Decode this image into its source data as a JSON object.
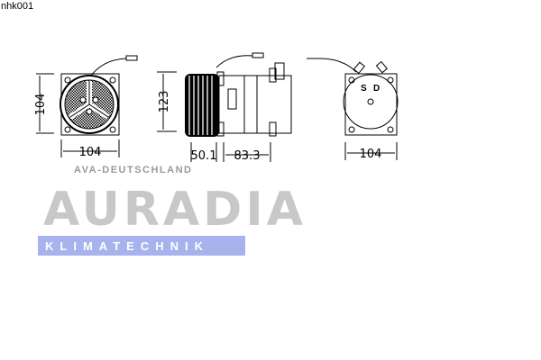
{
  "part_code": "nhk001",
  "watermark": {
    "logo": "AURADIA",
    "band": "KLIMATECHNIK",
    "sub": "AVA-DEUTSCHLAND"
  },
  "dimensions": {
    "front_height": "104",
    "front_width": "104",
    "side_height": "123",
    "pulley_length": "50.1",
    "body_length": "83.3",
    "rear_width": "104"
  },
  "port_labels": {
    "suction": "S",
    "discharge": "D"
  }
}
